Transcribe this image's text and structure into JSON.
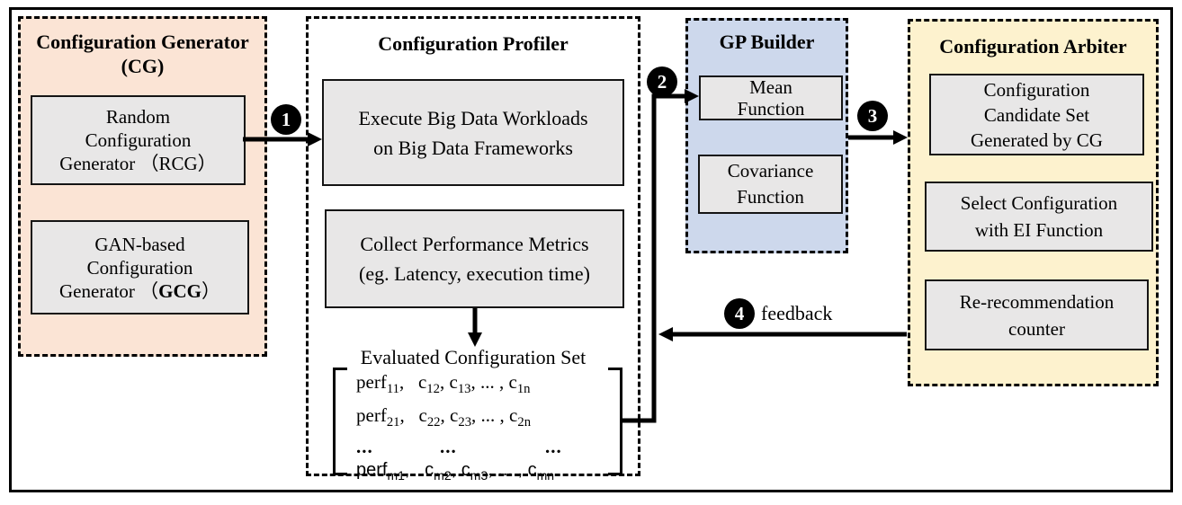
{
  "colors": {
    "cg_fill": "#FBE4D5",
    "gp_fill": "#CDD8EC",
    "arbiter_fill": "#FDF2CE",
    "inner_box_fill": "#E8E7E7",
    "line": "#000000"
  },
  "steps": {
    "one": "1",
    "two": "2",
    "three": "3",
    "four": "4"
  },
  "feedback_label": "feedback",
  "cg": {
    "title1": "Configuration Generator",
    "title2": "(CG)",
    "rcg": [
      "Random",
      "Configuration",
      "Generator （RCG）"
    ],
    "gcg1": "GAN-based",
    "gcg2": "Configuration",
    "gcg3a": "Generator （",
    "gcg3b": "GCG",
    "gcg3c": "）"
  },
  "profiler": {
    "title": "Configuration Profiler",
    "execute": [
      "Execute Big Data Workloads",
      "on Big Data Frameworks"
    ],
    "collect": [
      "Collect Performance Metrics",
      "(eg. Latency, execution time)"
    ],
    "matrix": {
      "label": "Evaluated Configuration Set",
      "row1": "perf_{11},   c_{12}, c_{13}, ... , c_{1n}",
      "row2": "perf_{21},   c_{22}, c_{23}, ... , c_{2n}",
      "dots": [
        "...",
        "...",
        "..."
      ],
      "row4": "perf_{m1},   c_{m2}, c_{m3}, ... , c_{mn}"
    }
  },
  "gp": {
    "title": "GP Builder",
    "mean": [
      "Mean",
      "Function"
    ],
    "cov": [
      "Covariance",
      "Function"
    ]
  },
  "arbiter": {
    "title": "Configuration Arbiter",
    "candidate": [
      "Configuration",
      "Candidate Set",
      "Generated by CG"
    ],
    "select": [
      "Select Configuration",
      "with EI Function"
    ],
    "counter": [
      "Re-recommendation",
      "counter"
    ]
  }
}
